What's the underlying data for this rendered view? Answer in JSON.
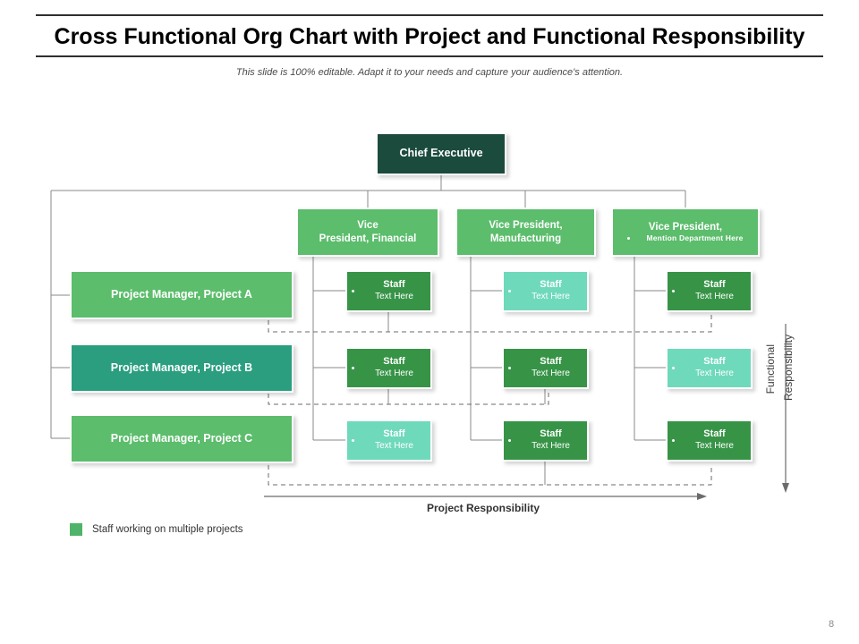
{
  "header": {
    "title": "Cross Functional Org Chart with Project and Functional Responsibility",
    "subtitle": "This slide is 100% editable. Adapt it to your needs and capture your audience's attention."
  },
  "chart_data": {
    "type": "diagram",
    "diagram_kind": "cross-functional-org-chart",
    "root": {
      "label": "Chief Executive",
      "color": "#1b4b3d"
    },
    "vice_presidents": [
      {
        "line1": "Vice",
        "line2": "President, Financial",
        "bullet": false,
        "color": "#5cbd6c"
      },
      {
        "line1": "Vice President,",
        "line2": "Manufacturing",
        "bullet": false,
        "color": "#5cbd6c"
      },
      {
        "line1": "Vice President,",
        "line2": "Mention Department Here",
        "bullet": true,
        "color": "#5cbd6c"
      }
    ],
    "project_managers": [
      {
        "label": "Project Manager, Project A",
        "color": "#5cbd6c"
      },
      {
        "label": "Project Manager, Project B",
        "color": "#2b9e80"
      },
      {
        "label": "Project Manager, Project C",
        "color": "#5cbd6c"
      }
    ],
    "staff_grid": {
      "title": "Staff",
      "subtitle": "Text Here",
      "rows": 3,
      "cols": 3,
      "cells": [
        [
          {
            "variant": "dark"
          },
          {
            "variant": "light"
          },
          {
            "variant": "dark"
          }
        ],
        [
          {
            "variant": "dark"
          },
          {
            "variant": "dark"
          },
          {
            "variant": "light"
          }
        ],
        [
          {
            "variant": "light"
          },
          {
            "variant": "dark"
          },
          {
            "variant": "dark"
          }
        ]
      ]
    },
    "axes": {
      "vertical_label_line1": "Functional",
      "vertical_label_line2": "Responsibility",
      "horizontal_label": "Project Responsibility"
    },
    "legend": {
      "swatch_color": "#4fb469",
      "label": "Staff working on multiple projects"
    },
    "colors": {
      "dark_green": "#1b4b3d",
      "vp_green": "#5cbd6c",
      "staff_green": "#379447",
      "staff_light_teal": "#6fd9bc",
      "pm_teal": "#2b9e80",
      "connector": "#8a8a8a",
      "dashed": "#6b6b6b"
    }
  },
  "footer": {
    "page_number": "8"
  }
}
